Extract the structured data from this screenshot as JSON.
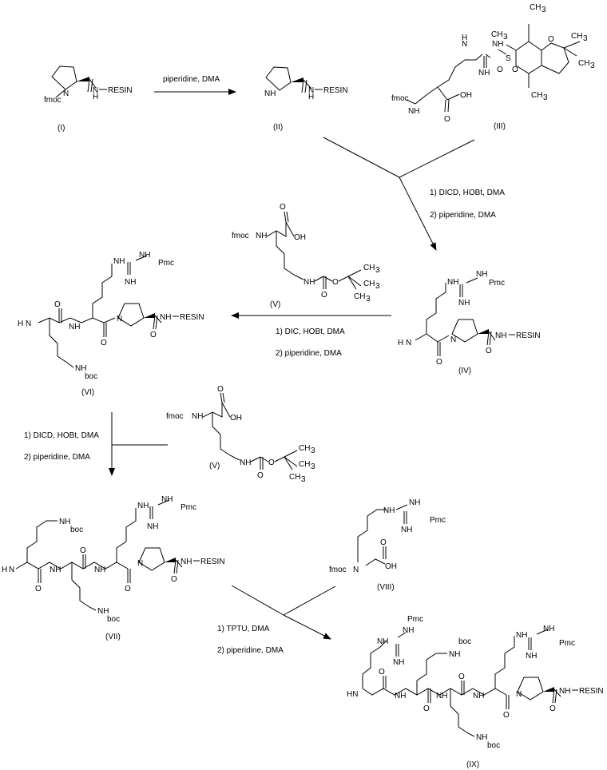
{
  "compounds": {
    "I": {
      "id": "(I)",
      "fmoc": "fmoc",
      "n_ring": "N",
      "nh": "N",
      "h": "H",
      "resin": "RESIN"
    },
    "II": {
      "id": "(II)",
      "nh_ring": "NH",
      "nh": "N",
      "h": "H",
      "resin": "RESIN"
    },
    "III": {
      "id": "(III)",
      "fmoc": "fmoc",
      "nh": "NH",
      "h": "H",
      "nh2": "NH",
      "oh": "OH",
      "o1": "O",
      "o2": "O",
      "s": "S",
      "ch3": "CH",
      "sub3": "3",
      "h_guan": "H",
      "n_guan": "N"
    },
    "IV": {
      "id": "(IV)",
      "h2n": "H",
      "h2n_n": "N",
      "nh": "NH",
      "pmc": "Pmc",
      "resin": "RESIN",
      "o": "O"
    },
    "V": {
      "id": "(V)",
      "fmoc": "fmoc",
      "oh": "OH",
      "nh": "NH",
      "o": "O",
      "ch3": "CH",
      "sub3": "3"
    },
    "VI": {
      "id": "(VI)",
      "h2n": "H",
      "h2n_n": "N",
      "boc": "boc",
      "pmc": "Pmc",
      "resin": "RESIN"
    },
    "VII": {
      "id": "(VII)",
      "h2n": "H",
      "h2n_n": "N",
      "boc": "boc",
      "pmc": "Pmc",
      "resin": "RESIN"
    },
    "VIII": {
      "id": "(VIII)",
      "fmoc": "fmoc",
      "oh": "OH",
      "pmc": "Pmc",
      "nh": "NH"
    },
    "IX": {
      "id": "(IX)",
      "hn": "HN",
      "boc": "boc",
      "pmc": "Pmc",
      "resin": "RESIN"
    }
  },
  "reagents": {
    "step1": "piperidine, DMA",
    "step2_a": "1) DICD, HOBt, DMA",
    "step2_b": "2) piperidine, DMA",
    "step3_a": "1) DIC, HOBt, DMA",
    "step3_b": "2) piperidine, DMA",
    "step4_a": "1) DICD, HOBt, DMA",
    "step4_b": "2) piperidine, DMA",
    "step5_a": "1) TPTU, DMA",
    "step5_b": "2) piperidine, DMA"
  },
  "atom_labels": {
    "N": "N",
    "H": "H",
    "O": "O",
    "NH": "NH",
    "HN": "HN"
  }
}
